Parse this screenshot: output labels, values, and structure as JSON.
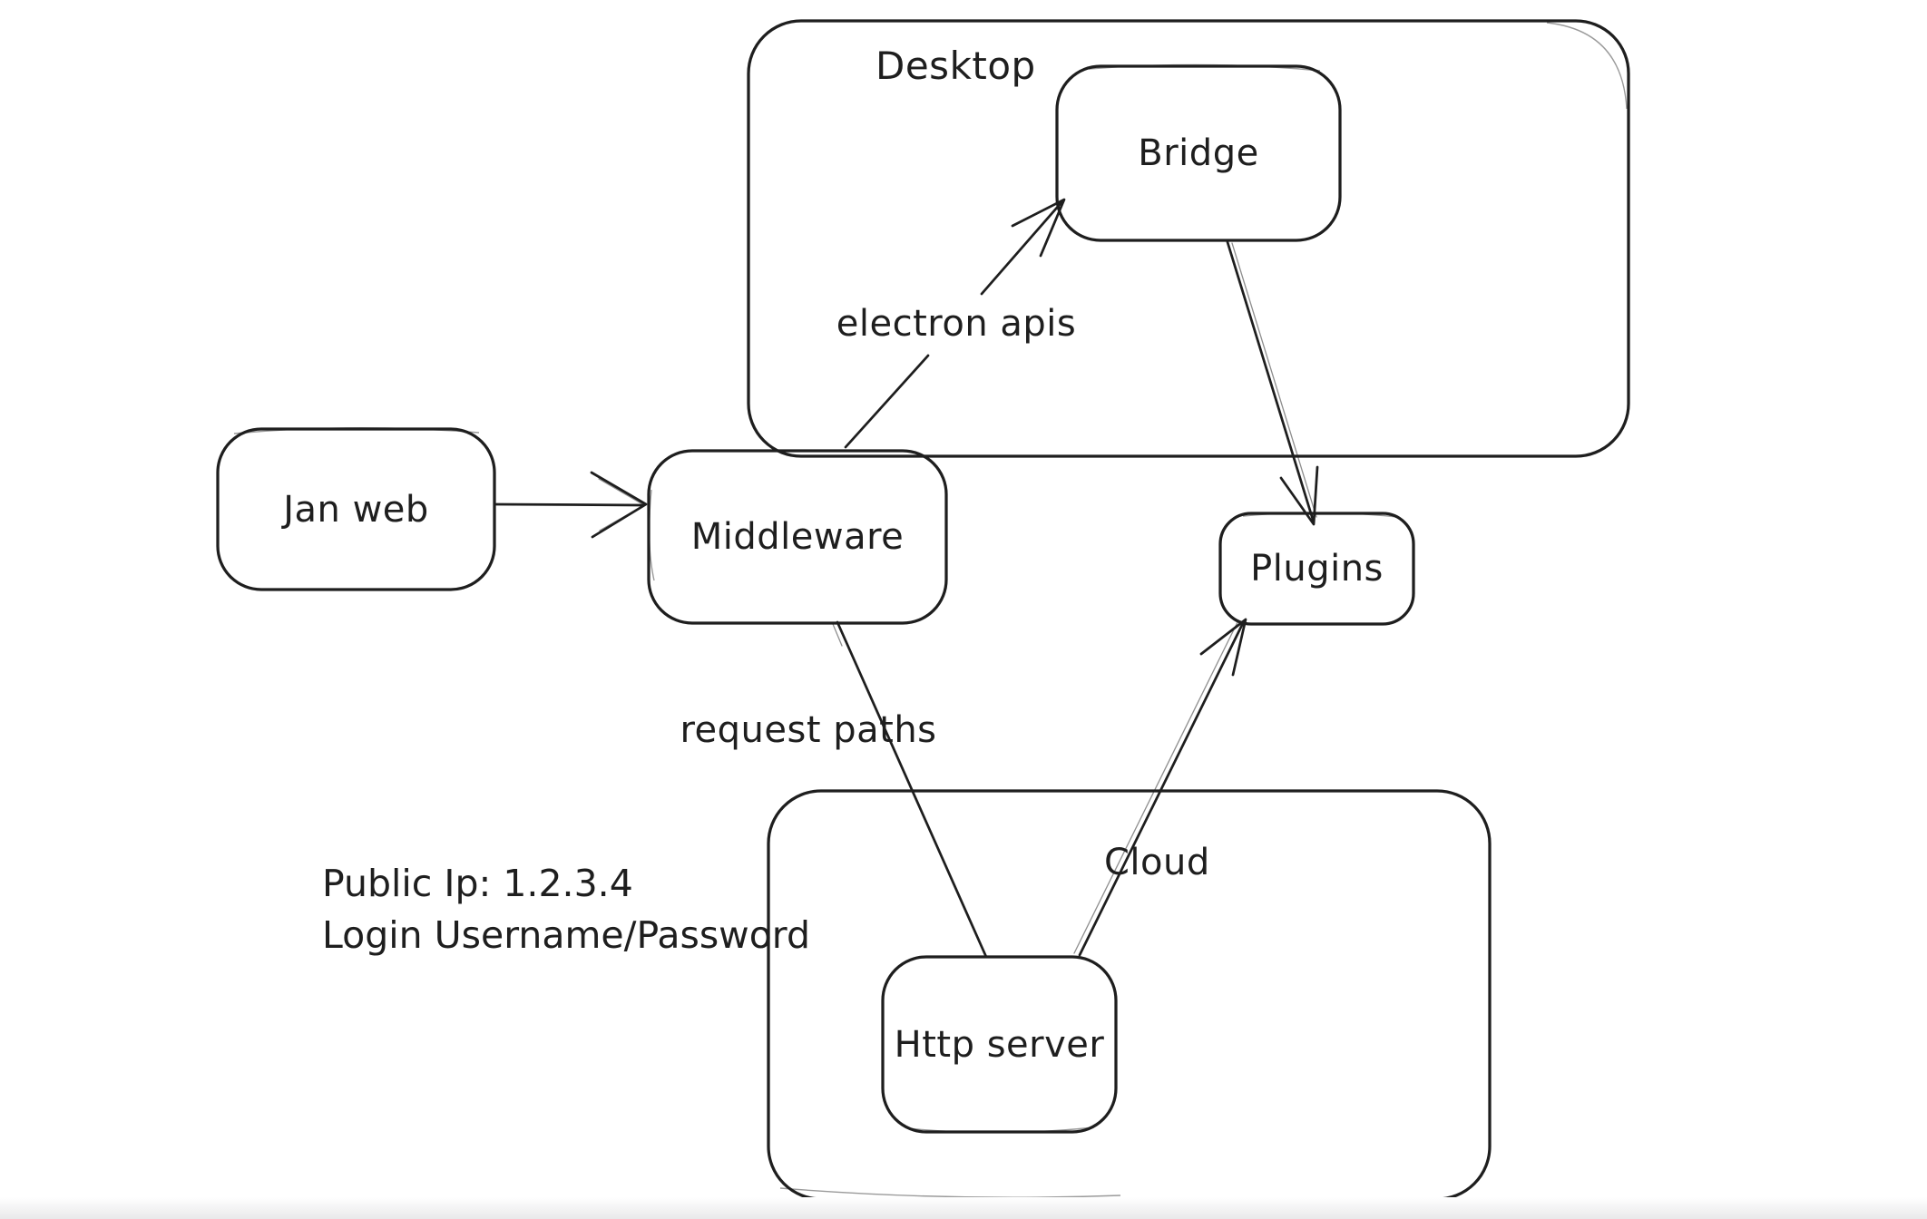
{
  "diagram": {
    "background_color": "#ffffff",
    "stroke_color": "#1e1e1e",
    "style": "hand-drawn whiteboard sketch",
    "containers": [
      {
        "id": "desktop",
        "label": "Desktop",
        "contains": [
          "Bridge"
        ]
      },
      {
        "id": "cloud",
        "label": "Cloud",
        "contains": [
          "Http server"
        ]
      }
    ],
    "nodes": [
      {
        "id": "jan-web",
        "label": "Jan web"
      },
      {
        "id": "middleware",
        "label": "Middleware"
      },
      {
        "id": "bridge",
        "label": "Bridge",
        "container": "Desktop"
      },
      {
        "id": "plugins",
        "label": "Plugins"
      },
      {
        "id": "http-server",
        "label": "Http server",
        "container": "Cloud"
      }
    ],
    "edges": [
      {
        "from": "Jan web",
        "to": "Middleware",
        "label": "",
        "arrowhead": "open-chevron"
      },
      {
        "from": "Middleware",
        "to": "Bridge",
        "label": "electron apis",
        "arrowhead": "barbed"
      },
      {
        "from": "Bridge",
        "to": "Plugins",
        "label": "",
        "arrowhead": "barbed"
      },
      {
        "from": "Middleware",
        "to": "Http server",
        "label": "request paths",
        "arrowhead": "none"
      },
      {
        "from": "Http server",
        "to": "Plugins",
        "label": "",
        "arrowhead": "barbed"
      }
    ],
    "note": {
      "line1": "Public Ip: 1.2.3.4",
      "line2": "Login Username/Password"
    }
  }
}
